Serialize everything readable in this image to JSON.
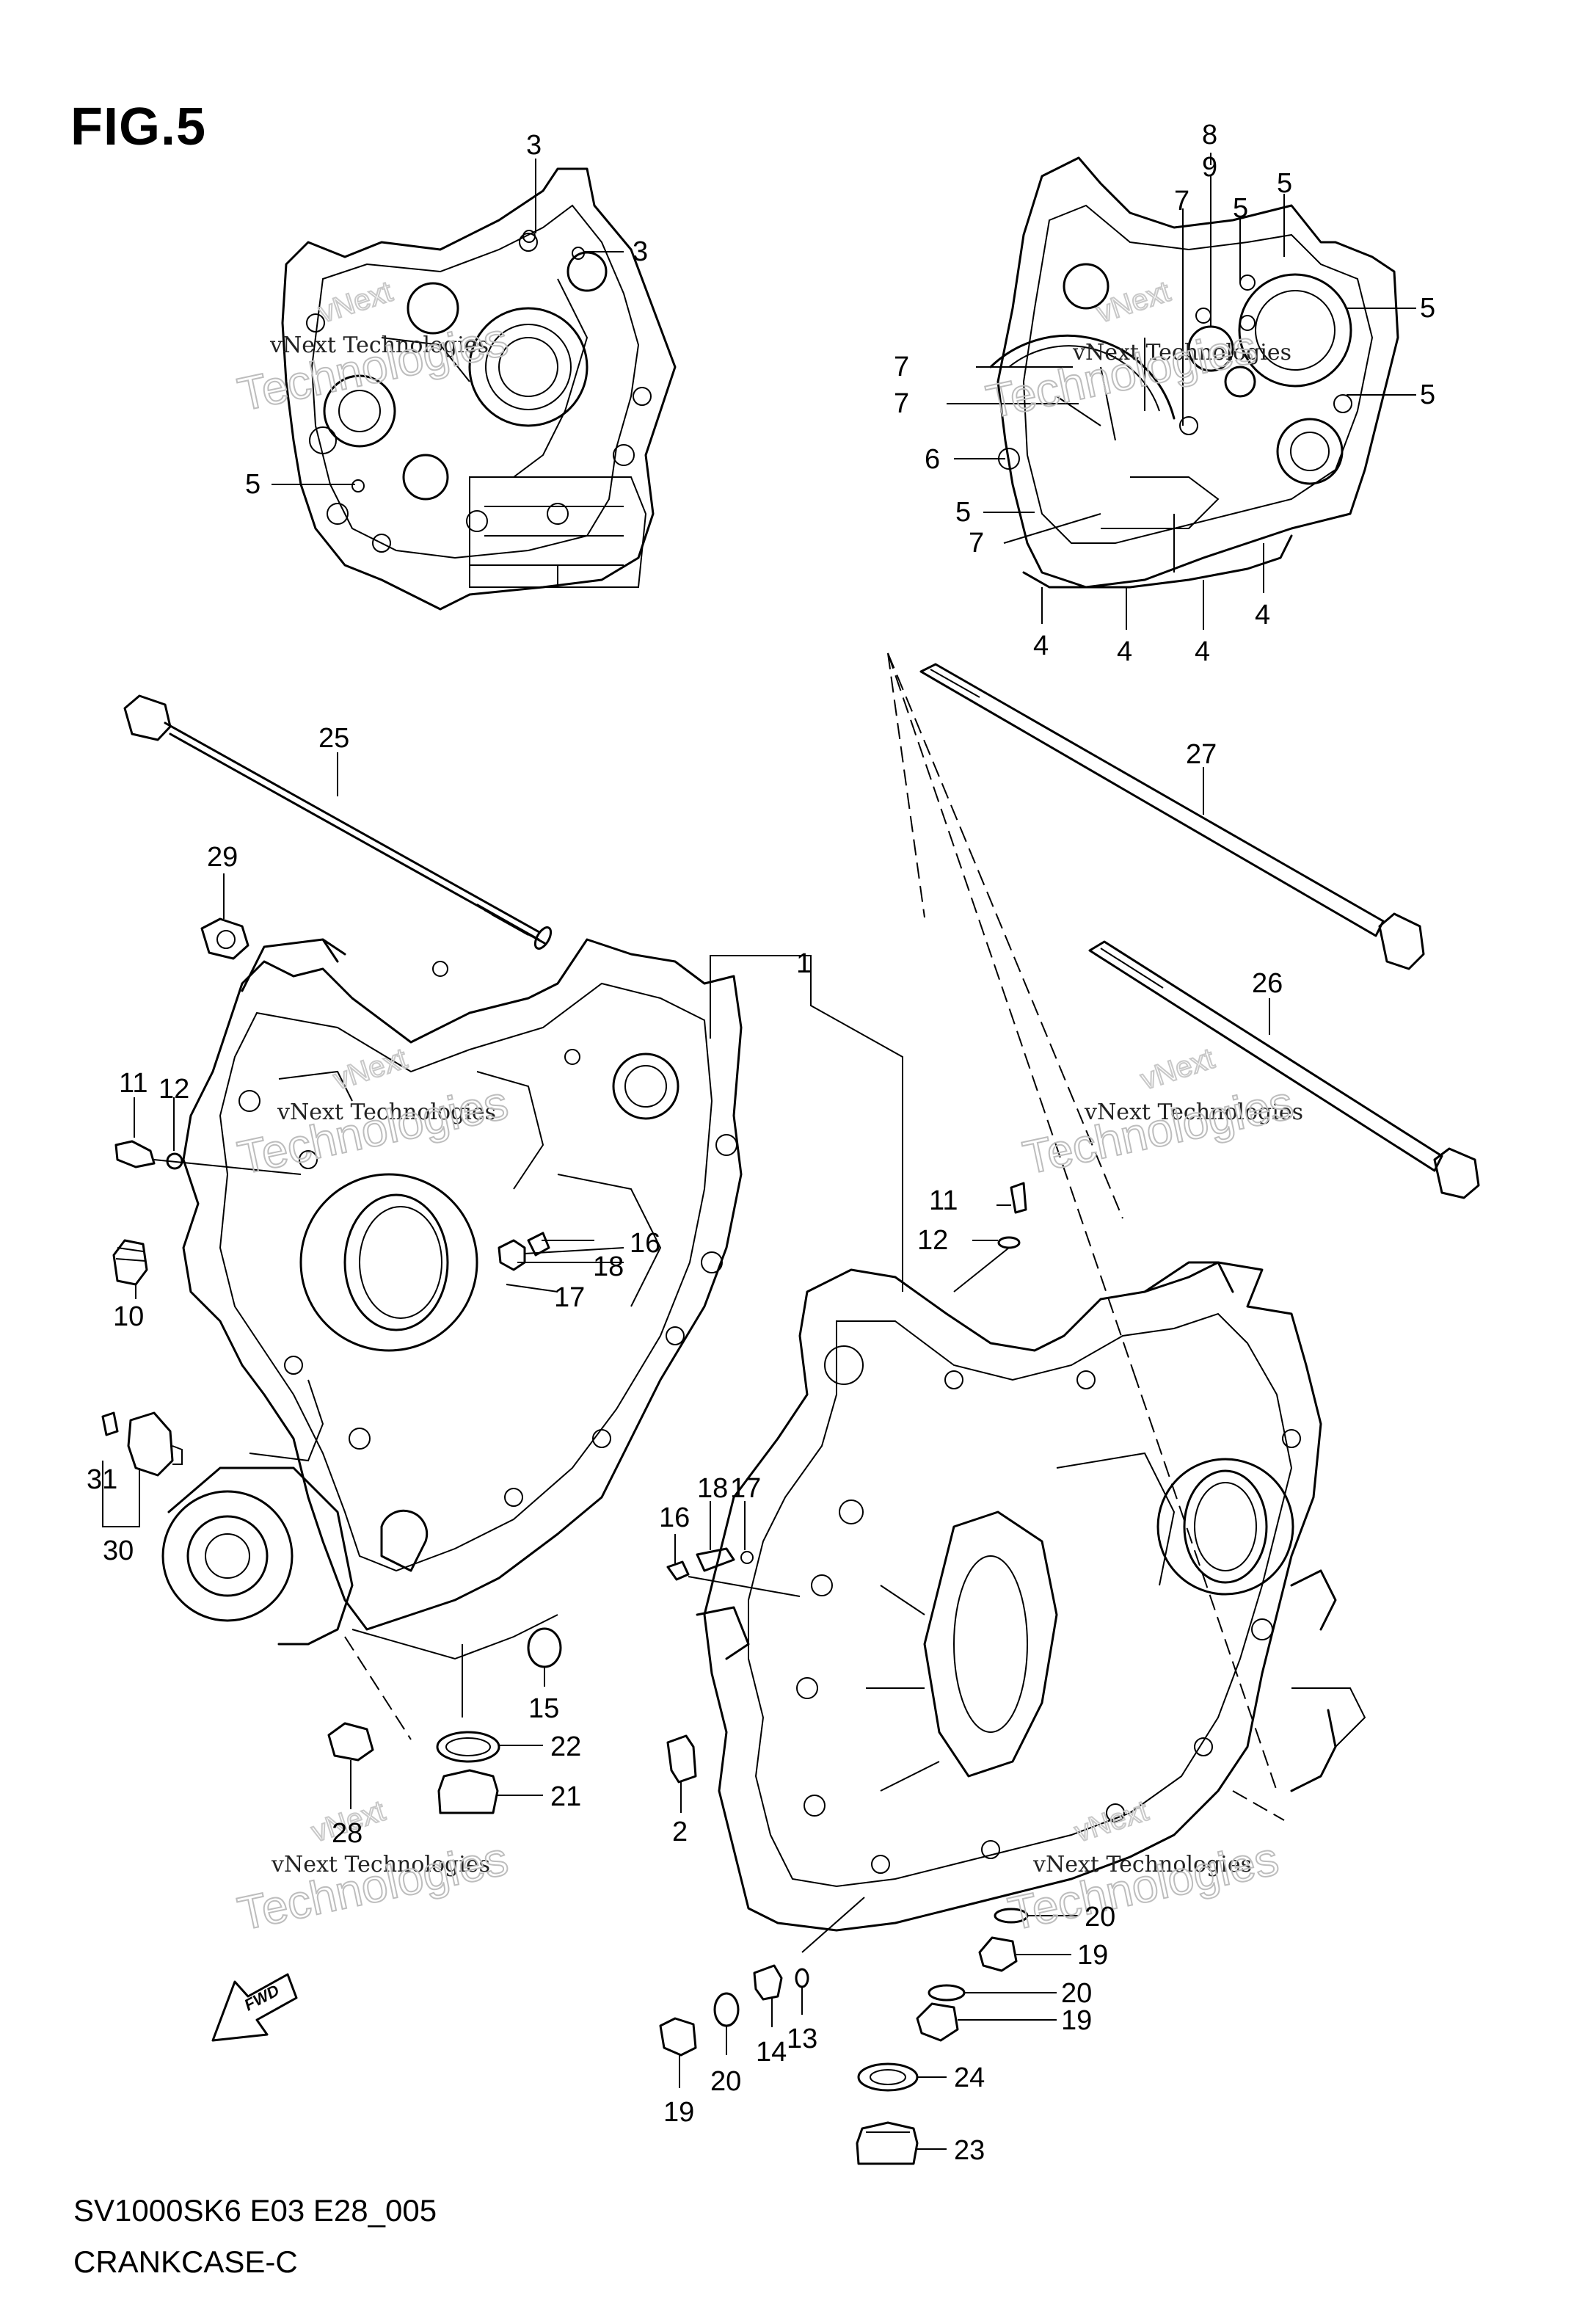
{
  "figure": {
    "title": "FIG.5"
  },
  "footer": {
    "model_code": "SV1000SK6 E03 E28_005",
    "section_name": "CRANKCASE-C"
  },
  "watermark": {
    "line1": "vNext Technologies",
    "line2": "Technologies",
    "line0": "vNext"
  },
  "direction_marker": {
    "label": "FWD"
  },
  "callouts": {
    "c1": "1",
    "c2": "2",
    "c3a": "3",
    "c3b": "3",
    "c4a": "4",
    "c4b": "4",
    "c4c": "4",
    "c4d": "4",
    "c5a": "5",
    "c5b": "5",
    "c5c": "5",
    "c5d": "5",
    "c5e": "5",
    "c5f": "5",
    "c6": "6",
    "c7a": "7",
    "c7b": "7",
    "c7c": "7",
    "c7d": "7",
    "c8": "8",
    "c9": "9",
    "c10": "10",
    "c11a": "11",
    "c11b": "11",
    "c12a": "12",
    "c12b": "12",
    "c13": "13",
    "c14": "14",
    "c15": "15",
    "c16a": "16",
    "c16b": "16",
    "c17a": "17",
    "c17b": "17",
    "c18a": "18",
    "c18b": "18",
    "c19a": "19",
    "c19b": "19",
    "c19c": "19",
    "c20a": "20",
    "c20b": "20",
    "c20c": "20",
    "c21": "21",
    "c22": "22",
    "c23": "23",
    "c24": "24",
    "c25": "25",
    "c26": "26",
    "c27": "27",
    "c28": "28",
    "c29": "29",
    "c30": "30",
    "c31": "31"
  }
}
